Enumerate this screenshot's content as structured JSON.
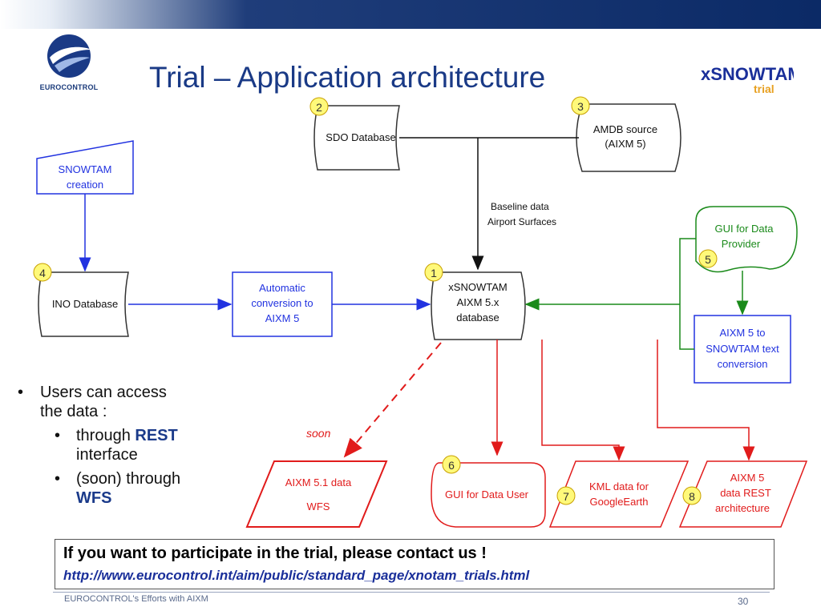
{
  "slide": {
    "title": "Trial – Application architecture",
    "logo_text": "EUROCONTROL",
    "brand_text": "xSNOWTAM",
    "brand_sub": "trial",
    "footer_left": "EUROCONTROL's Efforts with AIXM",
    "page_number": "30"
  },
  "bullets": {
    "b1_line1": "Users can access",
    "b1_line2": "the data :",
    "b2_prefix": "through ",
    "b2_keyword": "REST",
    "b2_suffix": "interface",
    "b3_prefix": "(soon) through",
    "b3_keyword": "WFS"
  },
  "contact": {
    "title": "If you want to participate in the trial, please contact us !",
    "link": "http://www.eurocontrol.int/aim/public/standard_page/xnotam_trials.html"
  },
  "diagram": {
    "n2": "2",
    "sdo": "SDO Database",
    "n3": "3",
    "amdb1": "AMDB source",
    "amdb2": "(AIXM 5)",
    "snowtam1": "SNOWTAM",
    "snowtam2": "creation",
    "baseline1": "Baseline data",
    "baseline2": "Airport Surfaces",
    "n4": "4",
    "ino": "INO Database",
    "auto1": "Automatic",
    "auto2": "conversion to",
    "auto3": "AIXM 5",
    "n1": "1",
    "x1": "xSNOWTAM",
    "x2": "AIXM 5.x",
    "x3": "database",
    "gui_dp1": "GUI for Data",
    "gui_dp2": "Provider",
    "n5": "5",
    "conv1": "AIXM 5 to",
    "conv2": "SNOWTAM text",
    "conv3": "conversion",
    "soon": "soon",
    "wfs1": "AIXM 5.1 data",
    "wfs2": "WFS",
    "n6": "6",
    "gui_du": "GUI for Data User",
    "n7": "7",
    "kml1": "KML data for",
    "kml2": "GoogleEarth",
    "n8": "8",
    "rest1": "AIXM 5",
    "rest2": "data  REST",
    "rest3": "architecture"
  },
  "colors": {
    "title": "#1a3a86",
    "blue": "#2233e0",
    "green": "#1a8a1a",
    "red": "#e11b1b",
    "badge": "#fff97a"
  }
}
